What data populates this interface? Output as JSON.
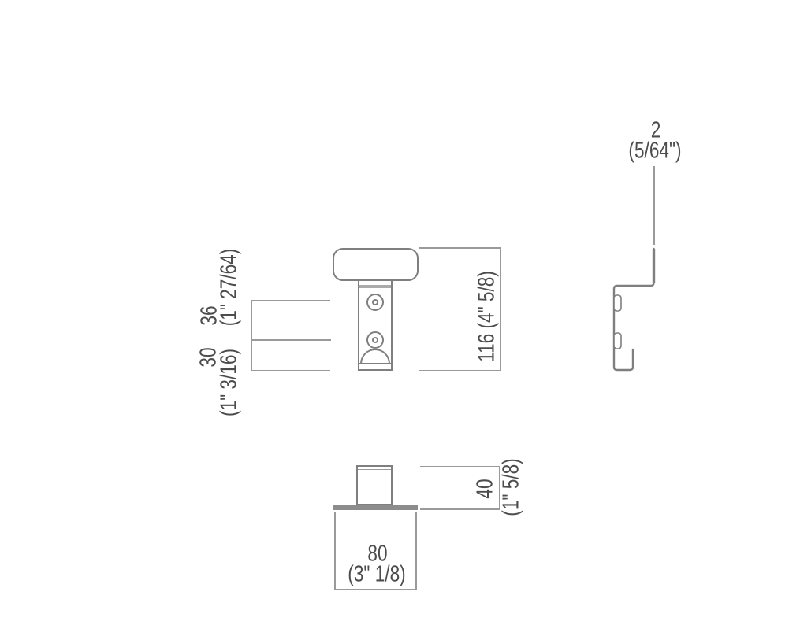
{
  "drawing_type": "dimensioned technical drawing of a wall hook (front view, side profile, top view)",
  "colors": {
    "background": "#ffffff",
    "part_line": "#7f7f7f",
    "dim_line": "#9a9a9a",
    "text": "#4c4c4c",
    "plate_fill": "#8c8c8c",
    "band_fill": "#ababab"
  },
  "front_view": {
    "dim_36_mm": "36",
    "dim_36_in": "(1\" 27/64)",
    "dim_30_mm": "30",
    "dim_30_in": "(1\" 3/16)",
    "dim_height": "116 (4\" 5/8)"
  },
  "profile_view": {
    "thickness_mm": "2",
    "thickness_in": "(5/64\")"
  },
  "bottom_view": {
    "dim_width_mm": "80",
    "dim_width_in": "(3\" 1/8)",
    "dim_depth_mm": "40",
    "dim_depth_in": "(1\" 5/8)"
  }
}
